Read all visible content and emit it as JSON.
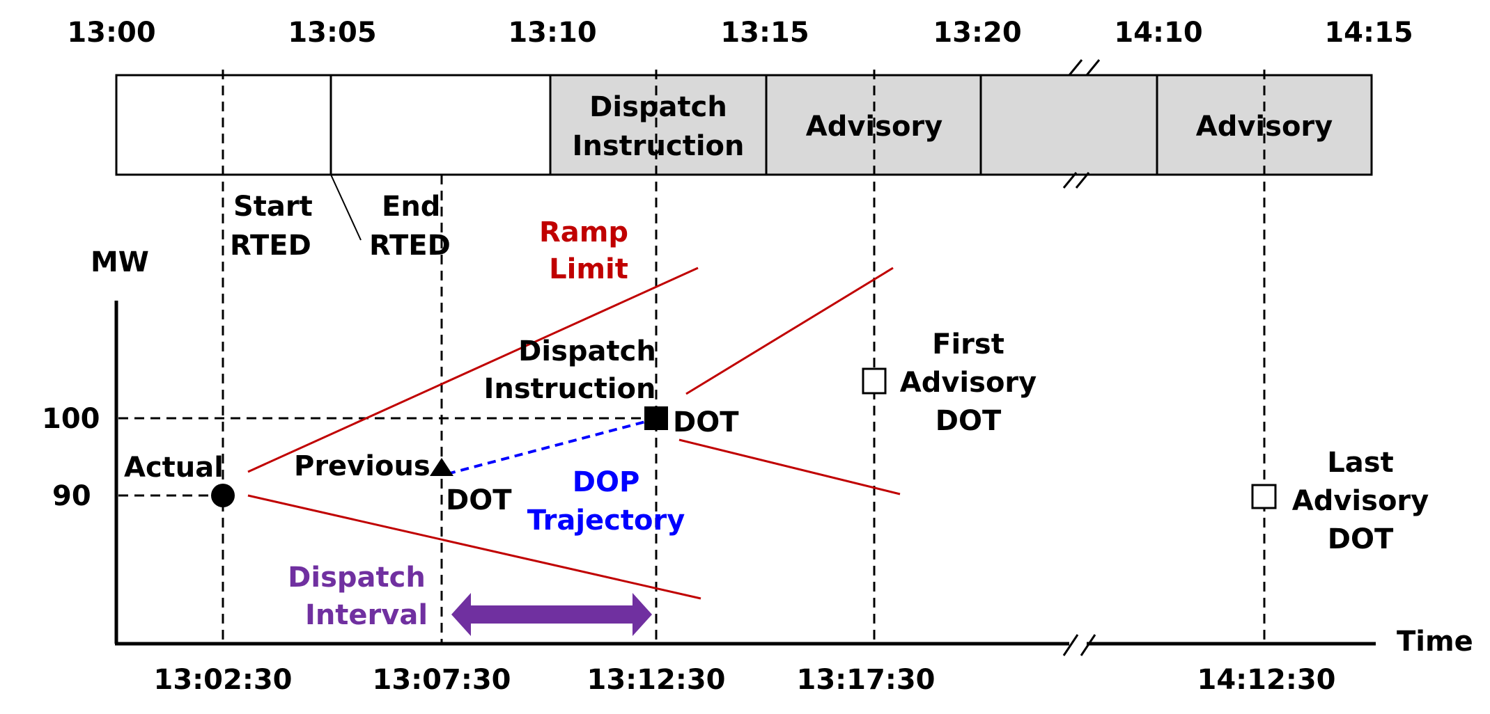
{
  "top_time_labels": [
    "13:00",
    "13:05",
    "13:10",
    "13:15",
    "13:20",
    "14:10",
    "14:15"
  ],
  "bottom_time_labels": [
    "13:02:30",
    "13:07:30",
    "13:12:30",
    "13:17:30",
    "14:12:30"
  ],
  "interval_boxes": [
    {
      "lines": [],
      "shaded": false
    },
    {
      "lines": [],
      "shaded": false
    },
    {
      "lines": [
        "Dispatch",
        "Instruction"
      ],
      "shaded": true
    },
    {
      "lines": [
        "Advisory"
      ],
      "shaded": true
    },
    {
      "lines": [],
      "shaded": true
    },
    {
      "lines": [
        "Advisory"
      ],
      "shaded": true
    }
  ],
  "axes": {
    "y_label": "MW",
    "x_label": "Time",
    "y_ticks": [
      "100",
      "90"
    ]
  },
  "annotations": {
    "start_rted": [
      "Start",
      "RTED"
    ],
    "end_rted": [
      "End",
      "RTED"
    ],
    "ramp_limit": [
      "Ramp",
      "Limit"
    ],
    "actual": "Actual",
    "previous_dot": {
      "top": "Previous",
      "bottom": "DOT"
    },
    "dispatch_instruction": [
      "Dispatch",
      "Instruction"
    ],
    "dot": "DOT",
    "dop_trajectory": [
      "DOP",
      "Trajectory"
    ],
    "first_advisory": [
      "First",
      "Advisory",
      "DOT"
    ],
    "last_advisory": [
      "Last",
      "Advisory",
      "DOT"
    ],
    "dispatch_interval": [
      "Dispatch",
      "Interval"
    ]
  },
  "colors": {
    "ramp_limit": "#c00000",
    "dop_trajectory": "#0000ff",
    "dispatch_interval": "#7030a0",
    "shaded_box": "#d9d9d9"
  }
}
